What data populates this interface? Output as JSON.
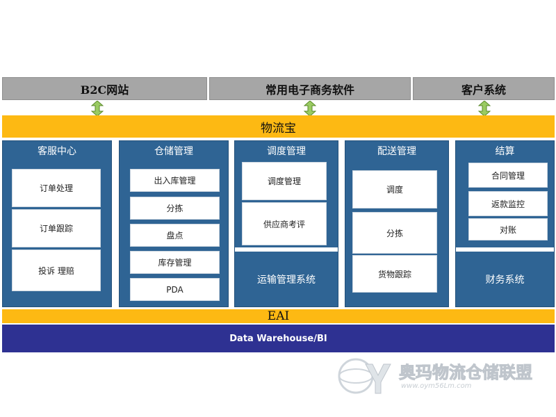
{
  "top_systems": [
    "B2C网站",
    "常用电子商务软件",
    "客户系统"
  ],
  "hub": "物流宝",
  "modules": [
    {
      "title": "客服中心",
      "items": [
        "订单处理",
        "订单跟踪",
        "投诉 理赔"
      ]
    },
    {
      "title": "仓储管理",
      "items": [
        "出入库管理",
        "分拣",
        "盘点",
        "库存管理",
        "PDA"
      ]
    },
    {
      "title": "调度管理",
      "items": [
        "调度管理",
        "供应商考评"
      ],
      "subsystem": "运输管理系统"
    },
    {
      "title": "配送管理",
      "items": [
        "调度",
        "分拣",
        "货物跟踪"
      ]
    },
    {
      "title": "结算",
      "items": [
        "合同管理",
        "返款监控",
        "对账"
      ],
      "subsystem": "财务系统"
    }
  ],
  "eai": "EAI",
  "data_warehouse": "Data Warehouse/BI",
  "watermark": {
    "name": "奥玛物流仓储联盟",
    "url": "www.oym56Lm.com"
  },
  "colors": {
    "gray": "#a6a6a6",
    "yellow": "#fdb913",
    "blue": "#2f6494",
    "navy": "#2e3192"
  }
}
